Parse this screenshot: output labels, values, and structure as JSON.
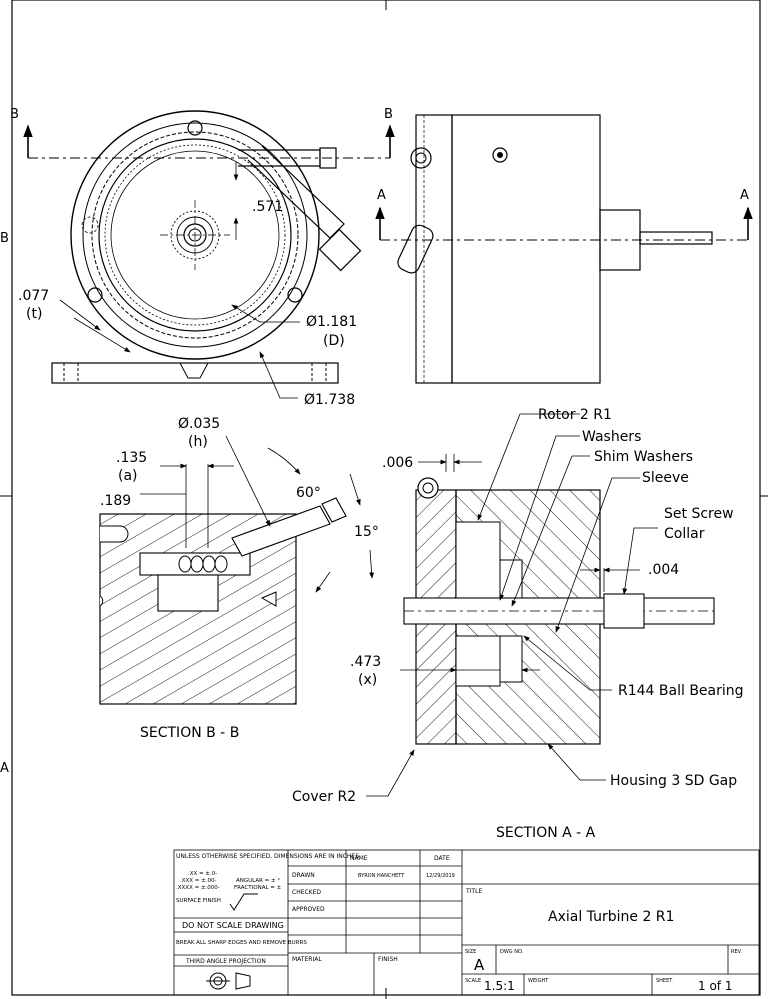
{
  "border": {
    "left_zone_b": "B",
    "left_zone_a": "A"
  },
  "views": {
    "front": {
      "cut_b_left": "B",
      "cut_b_right": "B",
      "dim_offset": ".571",
      "dim_t_value": ".077",
      "dim_t_var": "(t)",
      "dim_d_value": "Ø1.181",
      "dim_d_var": "(D)",
      "dim_outer": "Ø1.738"
    },
    "side": {
      "cut_a_left": "A",
      "cut_a_right": "A"
    },
    "section_bb": {
      "hole_value": "Ø.035",
      "hole_var": "(h)",
      "dim_a_value": ".135",
      "dim_a_var": "(a)",
      "dim_189": ".189",
      "angle_60": "60°",
      "angle_15": "15°",
      "label": "SECTION B - B"
    },
    "section_aa": {
      "dim_006": ".006",
      "callout_rotor": "Rotor 2 R1",
      "callout_washers": "Washers",
      "callout_shim": "Shim Washers",
      "callout_sleeve": "Sleeve",
      "callout_setscrew_1": "Set Screw",
      "callout_setscrew_2": "Collar",
      "dim_004": ".004",
      "dim_x_value": ".473",
      "dim_x_var": "(x)",
      "callout_bearing": "R144 Ball Bearing",
      "callout_cover": "Cover R2",
      "callout_housing": "Housing 3 SD Gap",
      "label": "SECTION A - A"
    }
  },
  "title_block": {
    "tolerance_header": "UNLESS OTHERWISE SPECIFIED, DIMENSIONS ARE IN INCHES",
    "tol_xx": ".XX = ±.0-",
    "tol_xxx": ".XXX = ±.00-",
    "tol_xxxx": ".XXXX = ±.000-",
    "tol_angular": "ANGULAR = ± °",
    "tol_fractional": "FRACTIONAL = ±",
    "surface_finish": "SURFACE FINISH",
    "no_scale": "DO NOT SCALE DRAWING",
    "break_edges": "BREAK ALL SHARP EDGES AND REMOVE BURRS",
    "projection": "THIRD ANGLE PROJECTION",
    "col_name": "NAME",
    "col_date": "DATE",
    "row_drawn": "DRAWN",
    "drawn_name": "BYRON HANCHETT",
    "drawn_date": "12/29/2019",
    "row_checked": "CHECKED",
    "row_approved": "APPROVED",
    "material": "MATERIAL",
    "finish": "FINISH",
    "title_label": "TITLE",
    "title": "Axial Turbine 2 R1",
    "size_label": "SIZE",
    "size": "A",
    "dwg_label": "DWG NO.",
    "rev_label": "REV.",
    "scale_label": "SCALE",
    "scale": "1.5:1",
    "weight_label": "WEIGHT",
    "sheet_label": "SHEET",
    "sheet": "1 of 1"
  }
}
